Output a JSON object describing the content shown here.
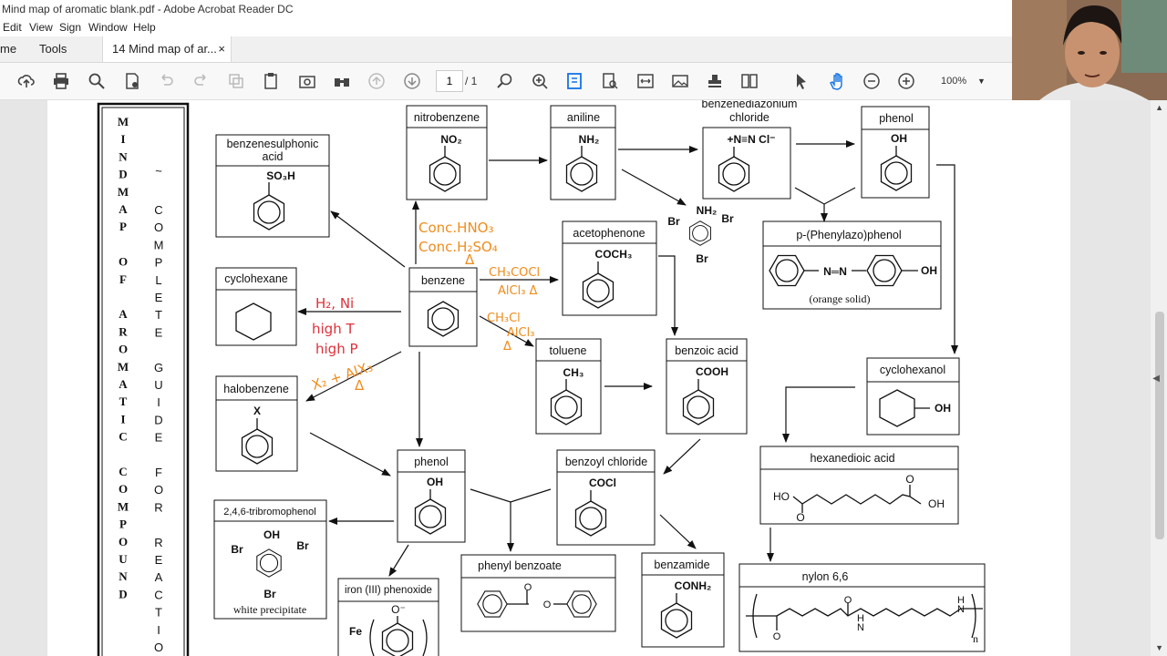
{
  "window": {
    "title": "Mind map of aromatic blank.pdf - Adobe Acrobat Reader DC"
  },
  "menu": [
    "Edit",
    "View",
    "Sign",
    "Window",
    "Help"
  ],
  "tabs": {
    "home": "me",
    "tools": "Tools",
    "document": "14 Mind map of ar...",
    "close": "×"
  },
  "toolbar": {
    "page_current": "1",
    "page_total": "/ 1",
    "zoom": "100%"
  },
  "sidebar": {
    "left_column": "MINDMAP OF AROMATIC COMPOUND",
    "dash": "~",
    "right_column": "COMPLETE GUIDE FOR REACTIO"
  },
  "compounds": {
    "benzenesulphonic": "benzenesulphonic acid",
    "benzenesulphonic_l1": "benzenesulphonic",
    "benzenesulphonic_l2": "acid",
    "so3h": "SO₃H",
    "nitrobenzene": "nitrobenzene",
    "no2": "NO₂",
    "aniline": "aniline",
    "nh2": "NH₂",
    "diazonium_l1": "benzenediazonium",
    "diazonium_l2": "chloride",
    "diazonium_group": "+N≡N Cl⁻",
    "phenol_top": "phenol",
    "oh": "OH",
    "tribromoaniline_nh2": "NH₂",
    "br": "Br",
    "acetophenone": "acetophenone",
    "coch3": "COCH₃",
    "azo": "p-(Phenylazo)phenol",
    "azo_note": "(orange solid)",
    "cyclohexane": "cyclohexane",
    "benzene": "benzene",
    "toluene": "toluene",
    "ch3": "CH₃",
    "benzoic": "benzoic acid",
    "cooh": "COOH",
    "cyclohexanol": "cyclohexanol",
    "halobenzene": "halobenzene",
    "x": "X",
    "phenol_mid": "phenol",
    "benzoyl": "benzoyl chloride",
    "cocl": "COCl",
    "hexanedioic": "hexanedioic acid",
    "ho": "HO",
    "o": "O",
    "tribromophenol": "2,4,6-tribromophenol",
    "white_ppt": "white precipitate",
    "phenyl_benzoate": "phenyl benzoate",
    "benzamide": "benzamide",
    "conh2": "CONH₂",
    "nylon": "nylon 6,6",
    "h": "H",
    "n": "N",
    "sub_n": "n",
    "iron_phenoxide": "iron (III) phenoxide",
    "fe": "Fe",
    "o_minus": "O⁻"
  },
  "handwritten": {
    "hno3": "Conc.HNO₃",
    "h2so4": "Conc.H₂SO₄",
    "delta1": "Δ",
    "ch3cocl": "CH₃COCl",
    "alcl3_1": "AlCl₃ Δ",
    "ch3cl": "CH₃Cl",
    "alcl3_2": "AlCl₃",
    "delta2": "Δ",
    "h2ni": "H₂, Ni",
    "high_t": "high T",
    "high_p": "high P",
    "x2": "X₂ + AlX₃",
    "delta3": "Δ"
  }
}
